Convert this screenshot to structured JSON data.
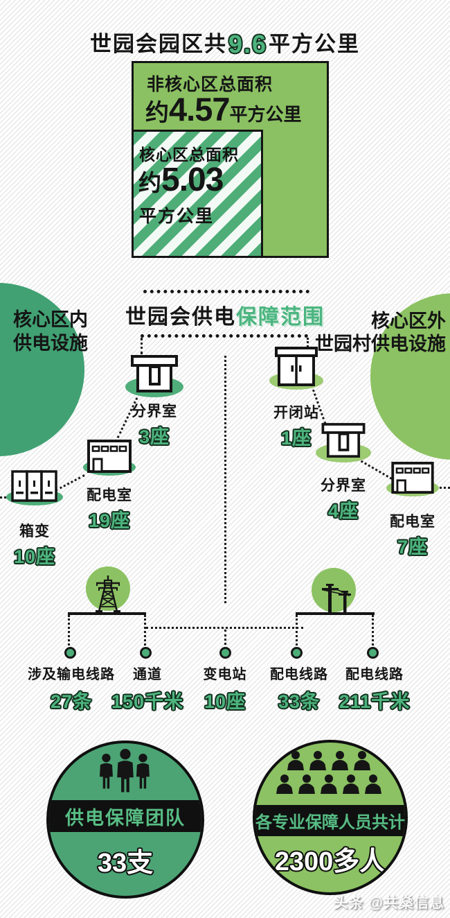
{
  "title": {
    "prefix": "世园会园区共",
    "number": "9.6",
    "suffix": "平方公里"
  },
  "area": {
    "noncore": {
      "label": "非核心区总面积",
      "value_prefix": "约",
      "value": "4.57",
      "unit": "平方公里"
    },
    "core": {
      "label": "核心区总面积",
      "value_prefix": "约",
      "value": "5.03",
      "unit": "平方公里"
    }
  },
  "scope": {
    "title_black": "世园会供电",
    "title_green": "保障范围",
    "left_circle": {
      "line1": "核心区内",
      "line2": "供电设施"
    },
    "right_circle": {
      "line1": "核心区外",
      "line2": "世园村供电设施"
    }
  },
  "facilities": [
    {
      "name": "分界室",
      "count": "3座",
      "icon": "gate-building-icon"
    },
    {
      "name": "开闭站",
      "count": "1座",
      "icon": "cabinet-building-icon"
    },
    {
      "name": "配电室",
      "count": "19座",
      "icon": "windowed-building-icon"
    },
    {
      "name": "箱变",
      "count": "10座",
      "icon": "box-transformer-icon"
    },
    {
      "name": "分界室",
      "count": "4座",
      "icon": "gate-building-icon"
    },
    {
      "name": "配电室",
      "count": "7座",
      "icon": "windowed-building-icon"
    }
  ],
  "stats": [
    {
      "label": "涉及输电线路",
      "count": "27条"
    },
    {
      "label": "通道",
      "count": "150千米"
    },
    {
      "label": "变电站",
      "count": "10座"
    },
    {
      "label": "配电线路",
      "count": "33条"
    },
    {
      "label": "配电线路",
      "count": "211千米"
    }
  ],
  "teams": {
    "left": {
      "label": "供电保障团队",
      "count": "33支"
    },
    "right": {
      "label": "各专业保障人员共计",
      "count": "2300多人"
    }
  },
  "watermark": "头条 @共燊信息",
  "colors": {
    "light_green": "#8cc263",
    "dark_green": "#41a173",
    "number_green": "#4db47e",
    "stripe_green": "#4fae78",
    "band_black": "#101010"
  }
}
